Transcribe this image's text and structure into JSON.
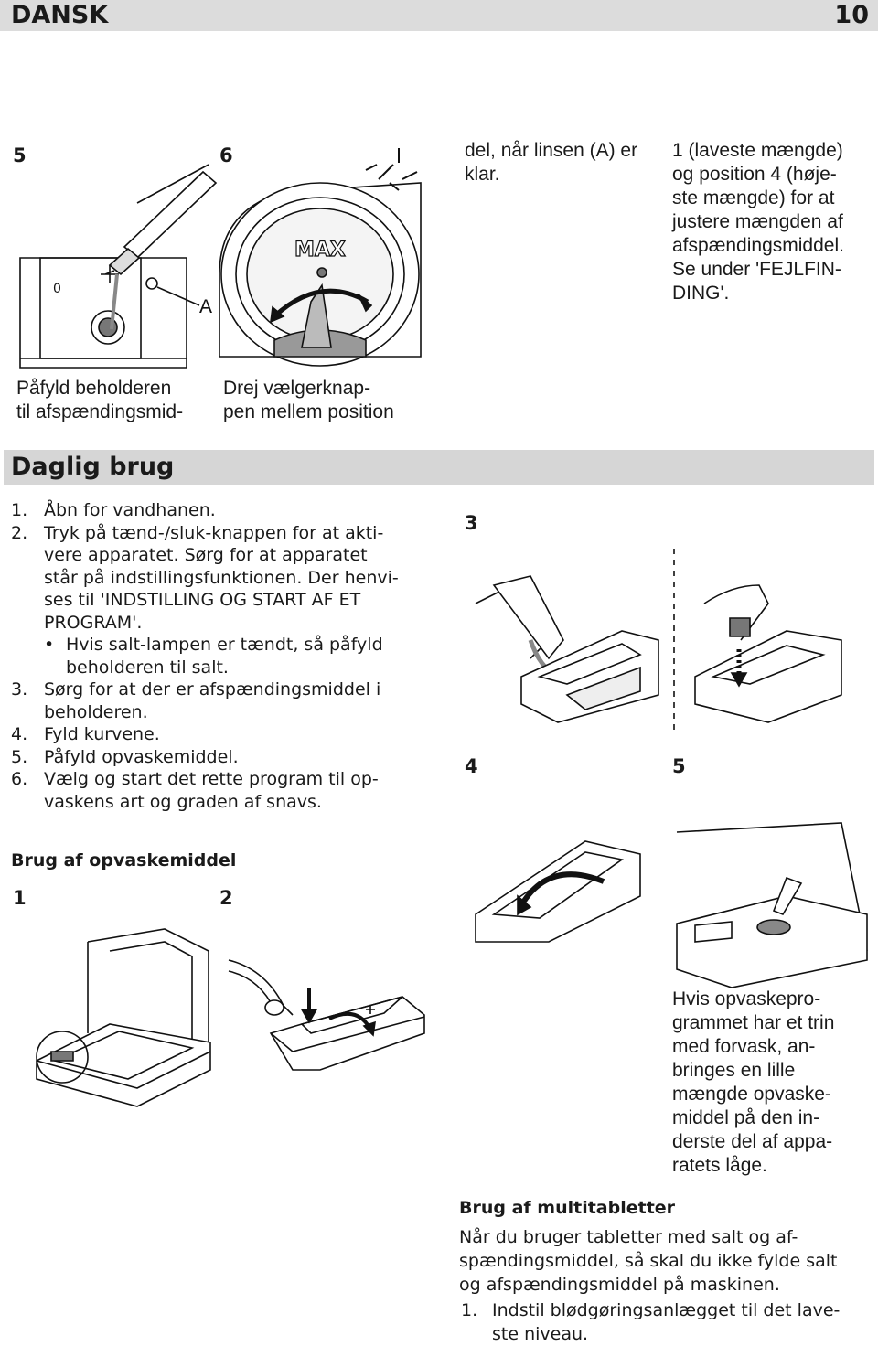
{
  "header": {
    "language": "DANSK",
    "page_number": "10"
  },
  "top_figures": {
    "fig5": {
      "number": "5",
      "caption": "Påfyld beholderen\ntil afspændingsmid-",
      "label_a": "A"
    },
    "fig6": {
      "number": "6",
      "caption": "Drej vælgerknap-\npen mellem position",
      "max_label": "MAX"
    },
    "text_col3": "del, når linsen (A) er\nklar.",
    "text_col4": "1 (laveste mængde)\nog position 4 (høje-\nste mængde) for at\njustere mængden af\nafspændingsmiddel.\nSe under 'FEJLFIN-\nDING'."
  },
  "section": {
    "title": "Daglig brug"
  },
  "steps": [
    {
      "num": "1.",
      "text": "Åbn for vandhanen."
    },
    {
      "num": "2.",
      "text": "Tryk på tænd-/sluk-knappen for at akti-\nvere apparatet. Sørg for at apparatet\nstår på indstillingsfunktionen. Der henvi-\nses til 'INDSTILLING OG START AF ET\nPROGRAM'."
    },
    {
      "num": "•",
      "text": "Hvis salt-lampen er tændt, så påfyld\nbeholderen til salt."
    },
    {
      "num": "3.",
      "text": "Sørg for at der er afspændingsmiddel i\nbeholderen."
    },
    {
      "num": "4.",
      "text": "Fyld kurvene."
    },
    {
      "num": "5.",
      "text": "Påfyld opvaskemiddel."
    },
    {
      "num": "6.",
      "text": "Vælg og start det rette program til op-\nvaskens art og graden af snavs."
    }
  ],
  "detergent": {
    "heading": "Brug af opvaskemiddel",
    "fig1": "1",
    "fig2": "2",
    "fig3": "3",
    "fig4": "4",
    "fig5": "5",
    "prewash_note": "Hvis opvaskepro-\ngrammet har et trin\nmed forvask, an-\nbringes en lille\nmængde opvaske-\nmiddel på den in-\nderste del af appa-\nratets låge."
  },
  "multitabs": {
    "heading": "Brug af multitabletter",
    "text": "Når du bruger tabletter med salt og af-\nspændingsmiddel, så skal du ikke fylde salt\nog afspændingsmiddel på maskinen.",
    "step_num": "1.",
    "step_text": "Indstil blødgøringsanlægget til det lave-\nste niveau."
  }
}
